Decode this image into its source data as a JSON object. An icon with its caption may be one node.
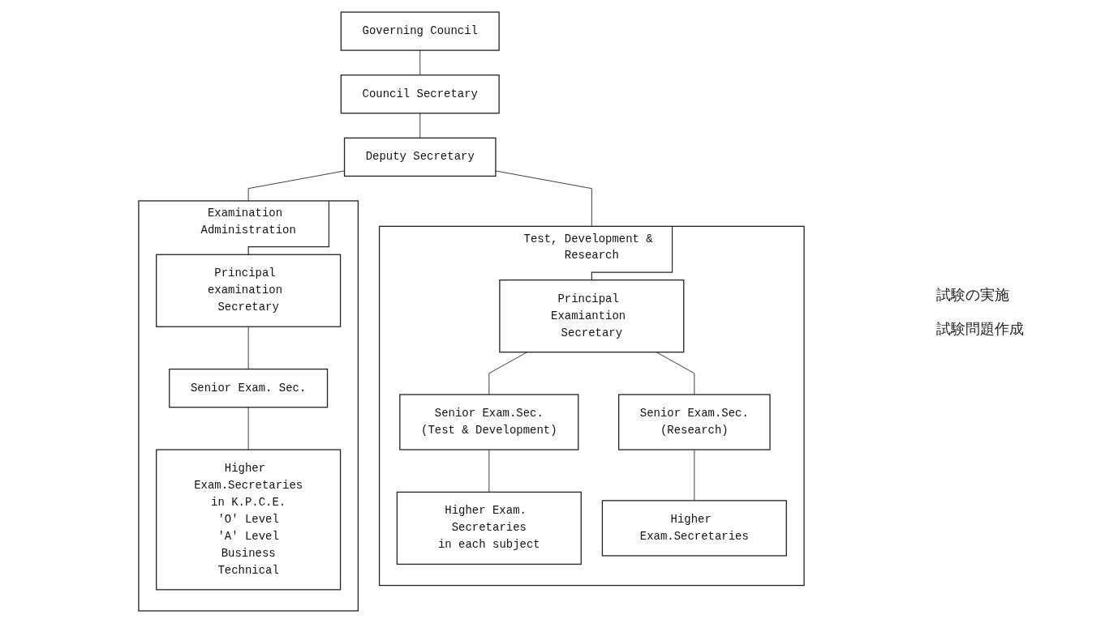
{
  "diagram": {
    "nodes": [
      {
        "text": [
          "Governing Council"
        ]
      },
      {
        "text": [
          "Council Secretary"
        ]
      },
      {
        "text": [
          "Deputy Secretary"
        ]
      },
      {
        "text": [
          "Examination Administration"
        ]
      },
      {
        "text": [
          "Principal examination Secretary"
        ],
        "in": 3
      },
      {
        "text": [
          "Senior Exam. Sec."
        ],
        "in": 3
      },
      {
        "text": [
          "Higher Exam.Secretaries",
          "in K.P.C.E.",
          "'O' Level",
          "'A' Level",
          "Business",
          "Technical"
        ],
        "in": 3
      },
      {
        "text": [
          "Test, Development & Research"
        ]
      },
      {
        "text": [
          "Principal Examiantion Secretary"
        ],
        "in": 7
      },
      {
        "text": [
          "Senior Exam.Sec.",
          "(Test & Development)"
        ],
        "in": 7
      },
      {
        "text": [
          "Senior Exam.Sec.",
          "(Research)"
        ],
        "in": 7
      },
      {
        "text": [
          "Higher Exam. Secretaries",
          "in each subject"
        ],
        "in": 7
      },
      {
        "text": [
          "Higher Exam.Secretaries"
        ],
        "in": 7
      }
    ],
    "edges": [
      {
        "from": 0,
        "to": 1,
        "arrow": "none"
      },
      {
        "from": 1,
        "to": 2,
        "arrow": "none"
      },
      {
        "from": 2,
        "to": 3,
        "arrow": "none"
      },
      {
        "from": 2,
        "to": 7,
        "arrow": "none"
      },
      {
        "from": 3,
        "to": 4,
        "arrow": "none"
      },
      {
        "from": 4,
        "to": 5,
        "arrow": "none"
      },
      {
        "from": 5,
        "to": 6,
        "arrow": "none"
      },
      {
        "from": 7,
        "to": 8,
        "arrow": "none"
      },
      {
        "from": 8,
        "to": 9,
        "arrow": "none"
      },
      {
        "from": 8,
        "to": 10,
        "arrow": "none"
      },
      {
        "from": 9,
        "to": 11,
        "arrow": "none"
      },
      {
        "from": 10,
        "to": 12,
        "arrow": "none"
      }
    ],
    "labels": [
      "試験の実施",
      "試験問題作成"
    ]
  }
}
